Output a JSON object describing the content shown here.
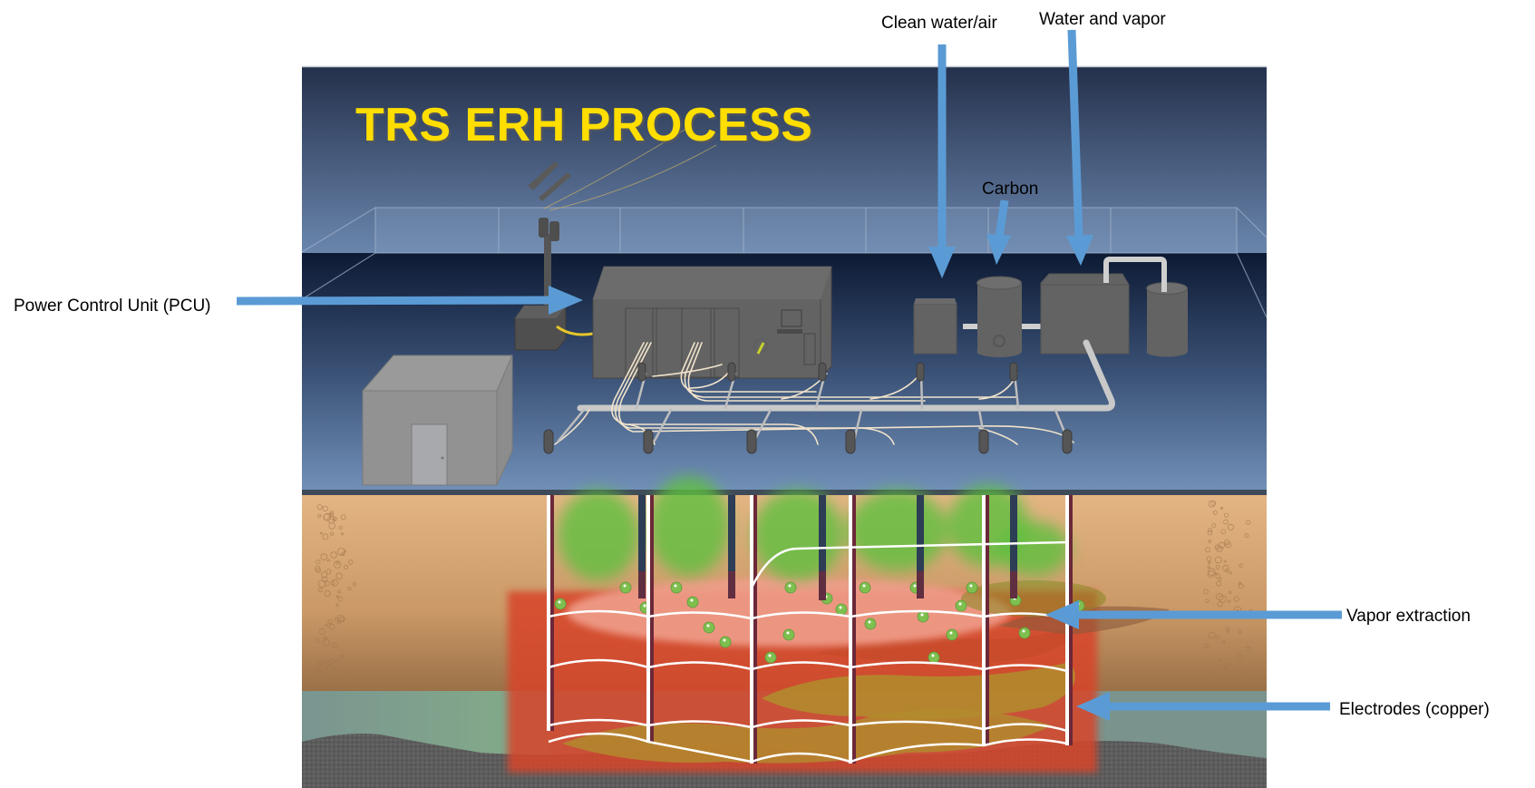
{
  "diagram": {
    "title": "TRS ERH PROCESS",
    "labels": {
      "clean_water_air": "Clean water/air",
      "water_and_vapor": "Water and vapor",
      "carbon": "Carbon",
      "pcu": "Power Control Unit (PCU)",
      "vapor_extraction": "Vapor extraction",
      "electrodes": "Electrodes (copper)"
    },
    "colors": {
      "title": "#ffde00",
      "arrow": "#5b9bd5",
      "equipment": "#636363",
      "soil_top": "#e4b584",
      "soil_bottom": "#9b7148",
      "groundwater": "#7b938c",
      "bedrock": "#5c5c5c",
      "heating_zone": "#d8442c",
      "vapor": "#5fbf3f"
    },
    "electrode_count": 6,
    "vapor_well_count": 5
  }
}
